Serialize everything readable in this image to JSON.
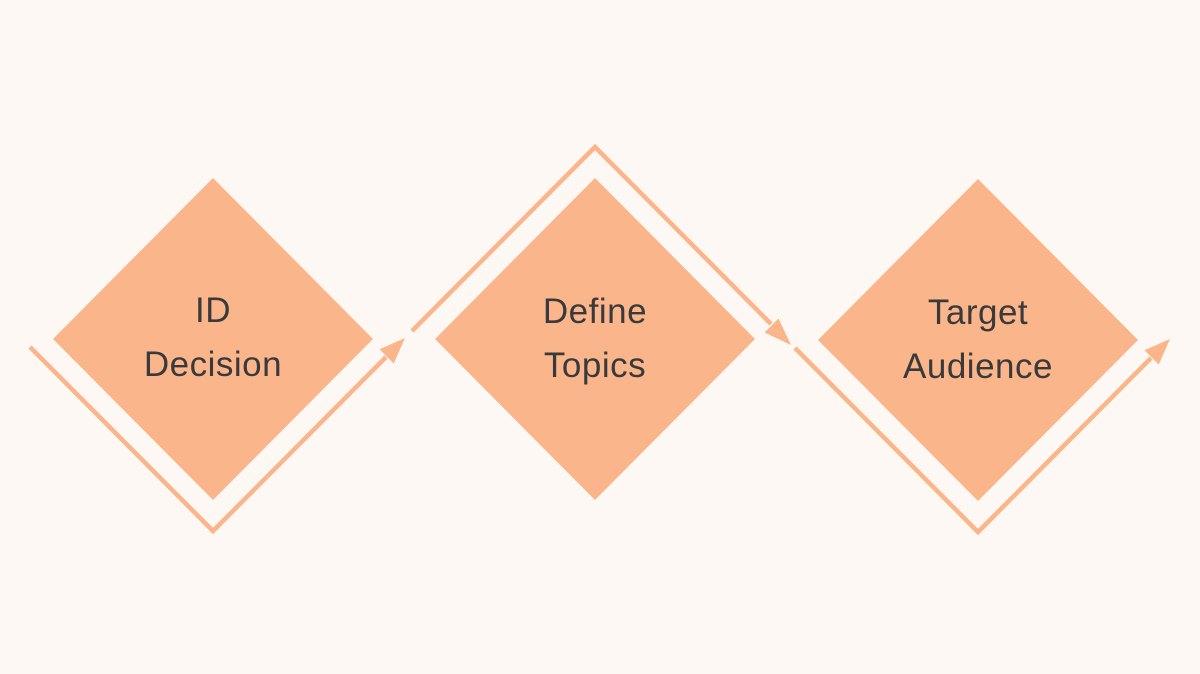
{
  "diagram": {
    "type": "process-flow",
    "steps": [
      {
        "label_line1": "ID",
        "label_line2": "Decision"
      },
      {
        "label_line1": "Define",
        "label_line2": "Topics"
      },
      {
        "label_line1": "Target",
        "label_line2": "Audience"
      }
    ]
  },
  "colors": {
    "background": "#FDF8F3",
    "diamond_fill": "#FAB58A",
    "arrow": "#FAB58A",
    "text": "#3A3A3C"
  }
}
